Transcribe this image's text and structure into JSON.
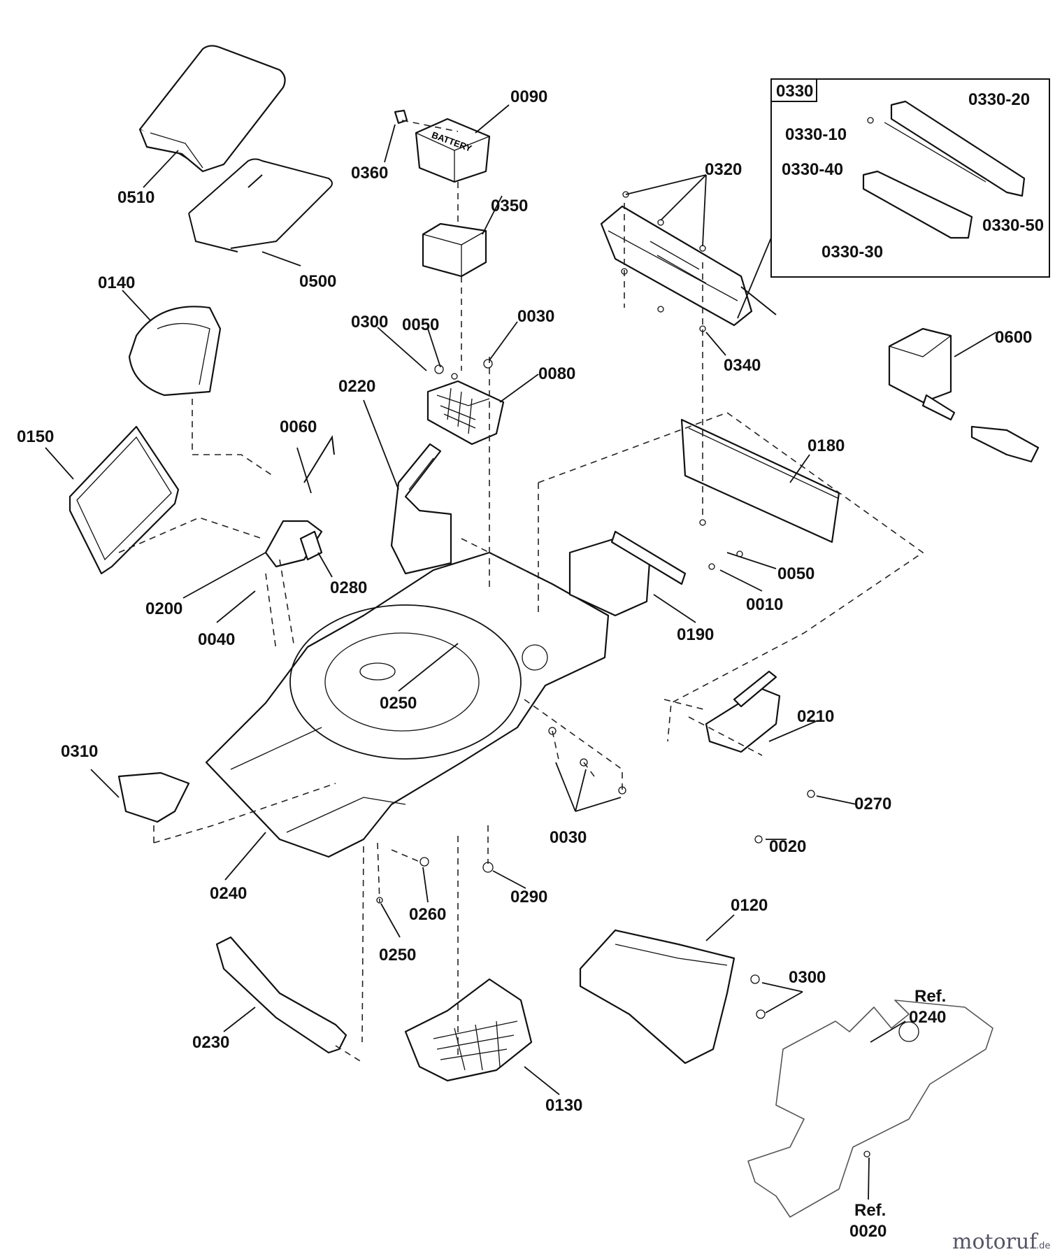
{
  "diagram": {
    "labels": [
      "0510",
      "0500",
      "0090",
      "0360",
      "0350",
      "0330",
      "0330-10",
      "0330-20",
      "0330-40",
      "0330-30",
      "0330-50",
      "0320",
      "0340",
      "0600",
      "0140",
      "0300",
      "0050",
      "0030",
      "0080",
      "0220",
      "0150",
      "0060",
      "0200",
      "0040",
      "0280",
      "0180",
      "0050",
      "0010",
      "0190",
      "0250",
      "0310",
      "0240",
      "0260",
      "0290",
      "0030",
      "0210",
      "0270",
      "0020",
      "0250",
      "0120",
      "0300",
      "Ref.",
      "0240",
      "0230",
      "0130",
      "Ref.",
      "0020"
    ],
    "battery_text": "BATTERY"
  },
  "watermark": {
    "brand": "motoruf",
    "tld": ".de"
  }
}
